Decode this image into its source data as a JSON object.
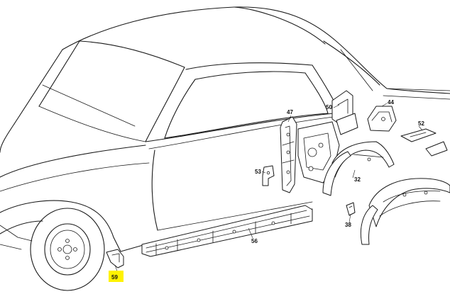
{
  "callouts": {
    "p47": "47",
    "p50": "50",
    "p44": "44",
    "p52": "52",
    "p53": "53",
    "p32": "32",
    "p38": "38",
    "p56": "56",
    "p59": "59"
  },
  "colors": {
    "line": "#1a1a1a",
    "highlight": "#fff200"
  }
}
